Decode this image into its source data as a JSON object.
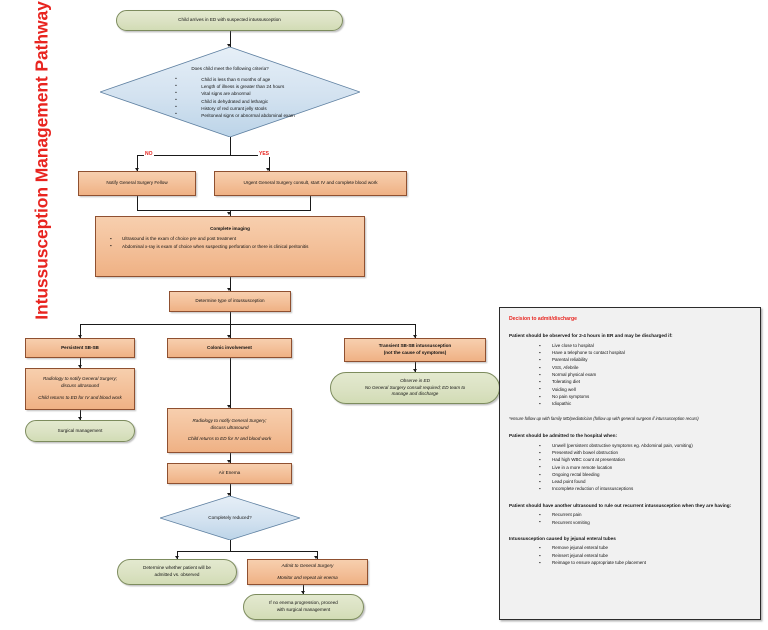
{
  "title": "Intussusception Management Pathway",
  "flow": {
    "start": {
      "label": "Child arrives in ED with suspected intussusception"
    },
    "criteria_decision": {
      "question": "Does child meet the following criteria?",
      "items": [
        "Child is less than 6 months of age",
        "Length of illness is greater than 24 hours",
        "Vital signs are abnormal",
        "Child is dehydrated and lethargic",
        "History of red currant jelly stools",
        "Peritoneal signs or abnormal abdominal exam"
      ]
    },
    "branch_no_label": "NO",
    "branch_yes_label": "YES",
    "notify_fellow": {
      "label": "Notify General Surgery Fellow"
    },
    "urgent_consult": {
      "label": "Urgent General Surgery consult, start IV and complete blood work"
    },
    "complete_imaging": {
      "title": "Complete imaging",
      "items": [
        "Ultrasound is the exam of choice pre and post treatment",
        "Abdominal x-ray is exam of choice when suspecting perforation or there is clinical peritonitis"
      ]
    },
    "determine_type": {
      "label": "Determine type of intussusception"
    },
    "persistent": {
      "label": "Persistent SB-SB"
    },
    "colonic": {
      "label": "Colonic involvement"
    },
    "transient": {
      "line1": "Transient SB-SB intussusception",
      "line2": "(not the cause of symptoms)"
    },
    "radiology_left": {
      "line1": "Radiology to notify General Surgery;",
      "line2": "discuss ultrasound",
      "line3": "Child returns to ED for IV and blood work"
    },
    "radiology_mid": {
      "line1": "Radiology to notify General Surgery;",
      "line2": "discuss ultrasound",
      "line3": "Child returns to ED for IV and blood work"
    },
    "observe_ed": {
      "line1": "Observe in ED",
      "line2": "No General Surgery consult required; ED team to",
      "line3": "manage and discharge"
    },
    "surgical_management": {
      "label": "Surgical management"
    },
    "air_enema": {
      "label": "Air Enema"
    },
    "reduced_decision": {
      "label": "Completely reduced?"
    },
    "determine_admit": {
      "line1": "Determine whether patient will be",
      "line2": "admitted vs. observed"
    },
    "admit_surgery": {
      "line1": "Admit to General Surgery",
      "line2": "Monitor and repeat air enema"
    },
    "no_progression": {
      "line1": "If no enema progression, proceed",
      "line2": "with surgical management"
    }
  },
  "panel": {
    "title": "Decision to admit/discharge",
    "observe_head": "Patient should be observed for 2-4 hours in ER and may be discharged if:",
    "observe_items": [
      "Live close to hospital",
      "Have a telephone to contact hospital",
      "Parental reliability",
      "VSS, Afebrile",
      "Normal physical exam",
      "Tolerating diet",
      "Voiding well",
      "No pain symptoms",
      "Idiopathic"
    ],
    "footnote": "*ensure follow up with family MD/pediatrician (follow up with general surgeon if intussusception recurs)",
    "admit_head": "Patient should be admitted to the hospital when:",
    "admit_items": [
      "Unwell (persistent obstructive symptoms eg. Abdominal pain, vomiting)",
      "Presented with bowel obstruction",
      "Had high WBC count at presentation",
      "Live in a more remote location",
      "Ongoing rectal bleeding",
      "Lead point found",
      "Incomplete reduction of intussusceptions"
    ],
    "ultrasound_head": "Patient should have another ultrasound to rule out recurrent intussusception when they are having:",
    "ultrasound_items": [
      "Recurrent pain",
      "Recurrent vomiting"
    ],
    "tube_head": "Intussusception caused by jejunal enteral tubes",
    "tube_items": [
      "Remove jejunal enteral tube",
      "Reinsert jejunal enteral tube",
      "Reimage to ensure appropriate tube placement"
    ]
  },
  "colors": {
    "title_red": "#e8241f",
    "process_fill": "#f3bf98",
    "terminator_fill": "#dbe2c3",
    "decision_fill": "#cfe0ef",
    "panel_fill": "#f1f1f1"
  }
}
